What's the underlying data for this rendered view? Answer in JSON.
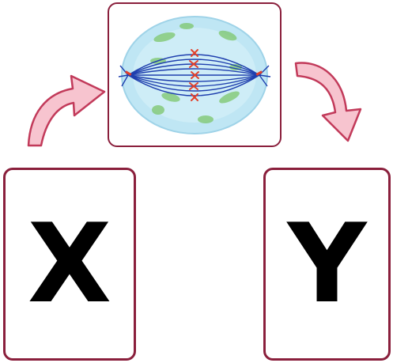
{
  "cards": {
    "left": {
      "letter": "X"
    },
    "right": {
      "letter": "Y"
    }
  },
  "image": {
    "subject": "mitotic-spindle-cell",
    "icons": [
      "curved-arrow-icon",
      "curved-arrow-icon"
    ]
  },
  "colors": {
    "card_border": "#8a1f3c",
    "arrow_fill": "#f7c4cf",
    "arrow_stroke": "#c23a5a",
    "cell_fill": "#bfe6f4",
    "spindle": "#1f3fae",
    "chromosome": "#e3402a",
    "organelle": "#7cc66b"
  }
}
